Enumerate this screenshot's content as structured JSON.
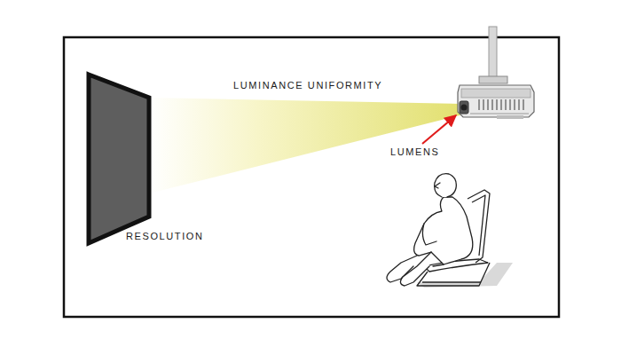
{
  "diagram": {
    "labels": [
      "LUMINANCE UNIFORMITY",
      "LUMENS",
      "RESOLUTION"
    ]
  }
}
